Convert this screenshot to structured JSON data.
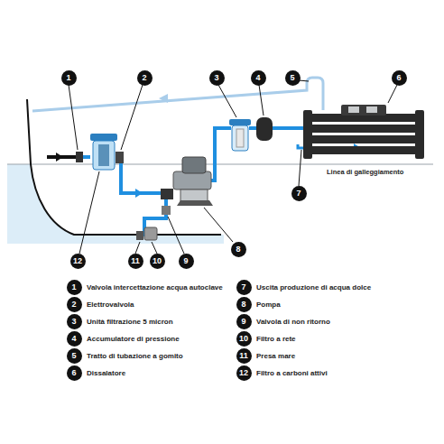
{
  "diagram": {
    "labels": [
      "1",
      "2",
      "3",
      "4",
      "5",
      "6",
      "7",
      "8",
      "9",
      "10",
      "11",
      "12",
      "Linea di galleggiamento",
      "1",
      "Valvola intercettazione acqua autoclave",
      "2",
      "Elettrovalvola",
      "3",
      "Unità filtrazione 5 micron",
      "4",
      "Accumulatore di pressione",
      "5",
      "Tratto di tubazione a gomito",
      "6",
      "Dissalatore",
      "7",
      "Uscita produzione di acqua dolce",
      "8",
      "Pompa",
      "9",
      "Valvola di non ritorno",
      "10",
      "Filtro a rete",
      "11",
      "Presa mare",
      "12",
      "Filtro a carboni attivi"
    ]
  }
}
